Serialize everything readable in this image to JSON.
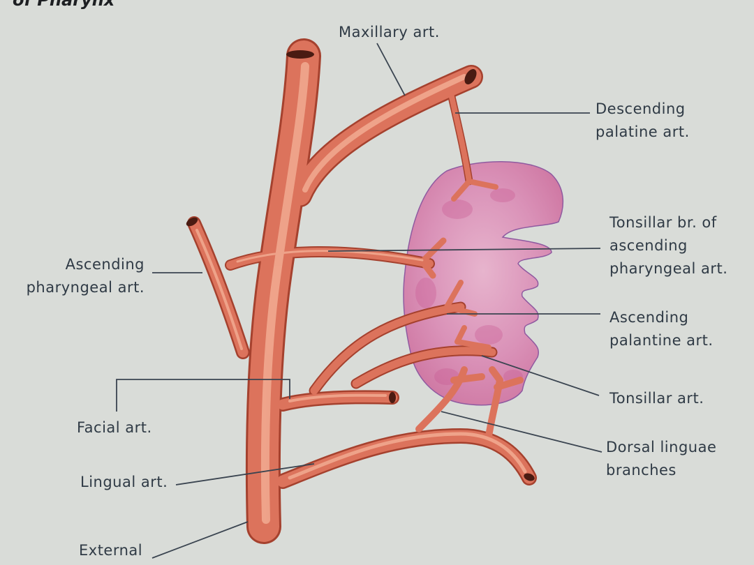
{
  "header_fragment": "of Pharynx",
  "labels": {
    "maxillary": "Maxillary art.",
    "descending_palatine": [
      "Descending",
      "palatine art."
    ],
    "tonsillar_br": [
      "Tonsillar br. of",
      "ascending",
      "pharyngeal art."
    ],
    "ascending_pharyngeal": [
      "Ascending",
      "pharyngeal art."
    ],
    "ascending_palantine": [
      "Ascending",
      "palantine art."
    ],
    "tonsillar_art": "Tonsillar art.",
    "facial": "Facial art.",
    "dorsal_linguae": [
      "Dorsal linguae",
      "branches"
    ],
    "lingual": "Lingual art.",
    "external": "External"
  },
  "colors": {
    "background": "#d9dcd8",
    "artery": "#d9705a",
    "artery_highlight": "#f0a58c",
    "artery_shadow": "#a8432f",
    "tonsil": "#cf6f9e",
    "tonsil_light": "#e3a9c8",
    "leader_line": "#2f3a45",
    "text": "#2f3a45"
  }
}
